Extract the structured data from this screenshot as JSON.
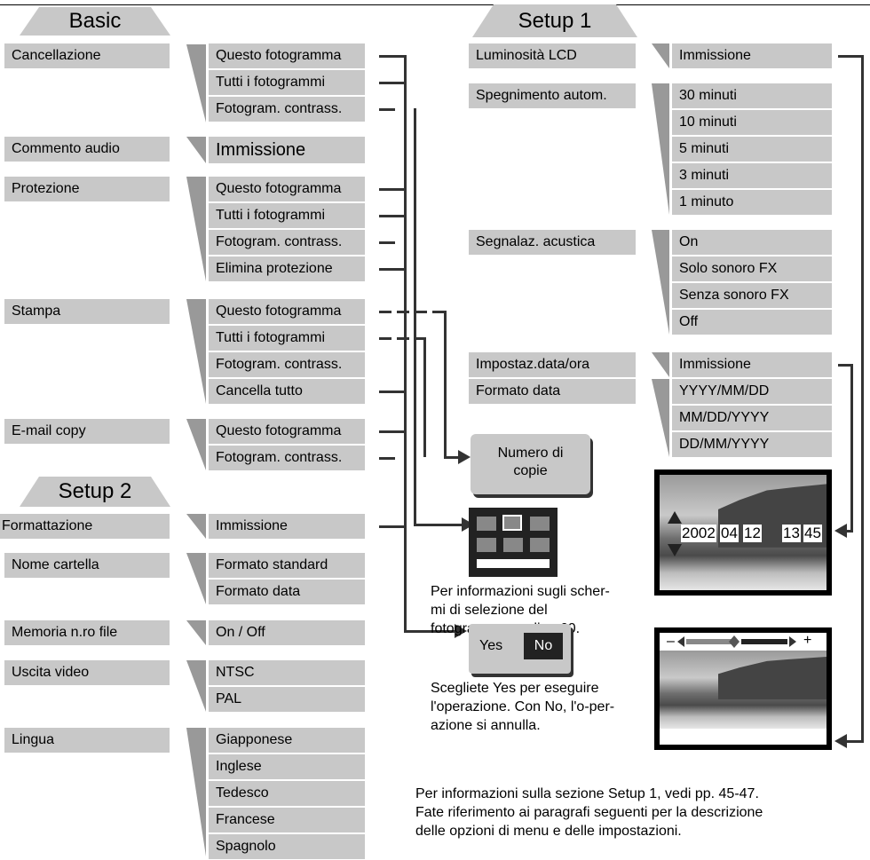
{
  "basic": {
    "title": "Basic",
    "items": [
      {
        "label": "Cancellazione",
        "options": [
          "Questo fotogramma",
          "Tutti i fotogrammi",
          "Fotogram. contrass."
        ]
      },
      {
        "label": "Commento audio",
        "options": [
          "Immissione"
        ]
      },
      {
        "label": "Protezione",
        "options": [
          "Questo fotogramma",
          "Tutti i fotogrammi",
          "Fotogram. contrass.",
          "Elimina protezione"
        ]
      },
      {
        "label": "Stampa",
        "options": [
          "Questo fotogramma",
          "Tutti i fotogrammi",
          "Fotogram. contrass.",
          "Cancella tutto"
        ]
      },
      {
        "label": "E-mail copy",
        "options": [
          "Questo fotogramma",
          "Fotogram. contrass."
        ]
      }
    ]
  },
  "setup2": {
    "title": "Setup 2",
    "items": [
      {
        "label": "Formattazione",
        "options": [
          "Immissione"
        ]
      },
      {
        "label": "Nome cartella",
        "options": [
          "Formato standard",
          "Formato data"
        ]
      },
      {
        "label": "Memoria n.ro file",
        "options": [
          "On / Off"
        ]
      },
      {
        "label": "Uscita video",
        "options": [
          "NTSC",
          "PAL"
        ]
      },
      {
        "label": "Lingua",
        "options": [
          "Giapponese",
          "Inglese",
          "Tedesco",
          "Francese",
          "Spagnolo"
        ]
      }
    ]
  },
  "setup1": {
    "title": "Setup 1",
    "items": [
      {
        "label": "Luminosità LCD",
        "options": [
          "Immissione"
        ]
      },
      {
        "label": "Spegnimento autom.",
        "options": [
          "30 minuti",
          "10 minuti",
          "5 minuti",
          "3 minuti",
          "1 minuto"
        ]
      },
      {
        "label": "Segnalaz. acustica",
        "options": [
          "On",
          "Solo sonoro FX",
          "Senza sonoro FX",
          "Off"
        ]
      },
      {
        "label": "Impostaz.data/ora",
        "options": [
          "Immissione"
        ]
      },
      {
        "label": "Formato data",
        "options": [
          "YYYY/MM/DD",
          "MM/DD/YYYY",
          "DD/MM/YYYY"
        ]
      }
    ]
  },
  "copies_box": {
    "line1": "Numero di",
    "line2": "copie"
  },
  "frame_select_note": [
    "Per informazioni sugli scher-",
    "mi di selezione del",
    "fotogramma, vedi p. 60."
  ],
  "confirm": {
    "yes": "Yes",
    "no": "No"
  },
  "confirm_note": [
    "Scegliete Yes per eseguire",
    "l'operazione. Con No, l'o-per-",
    "azione si annulla."
  ],
  "date_display": {
    "year": "2002",
    "month": "04",
    "day": "12",
    "hour": "13",
    "minute": "45"
  },
  "brightness": {
    "minus": "–",
    "plus": "+"
  },
  "footer_note": [
    "Per informazioni sulla sezione Setup 1, vedi pp. 45-47.",
    "Fate riferimento ai paragrafi seguenti per la descrizione",
    "delle opzioni di menu e delle impostazioni."
  ]
}
